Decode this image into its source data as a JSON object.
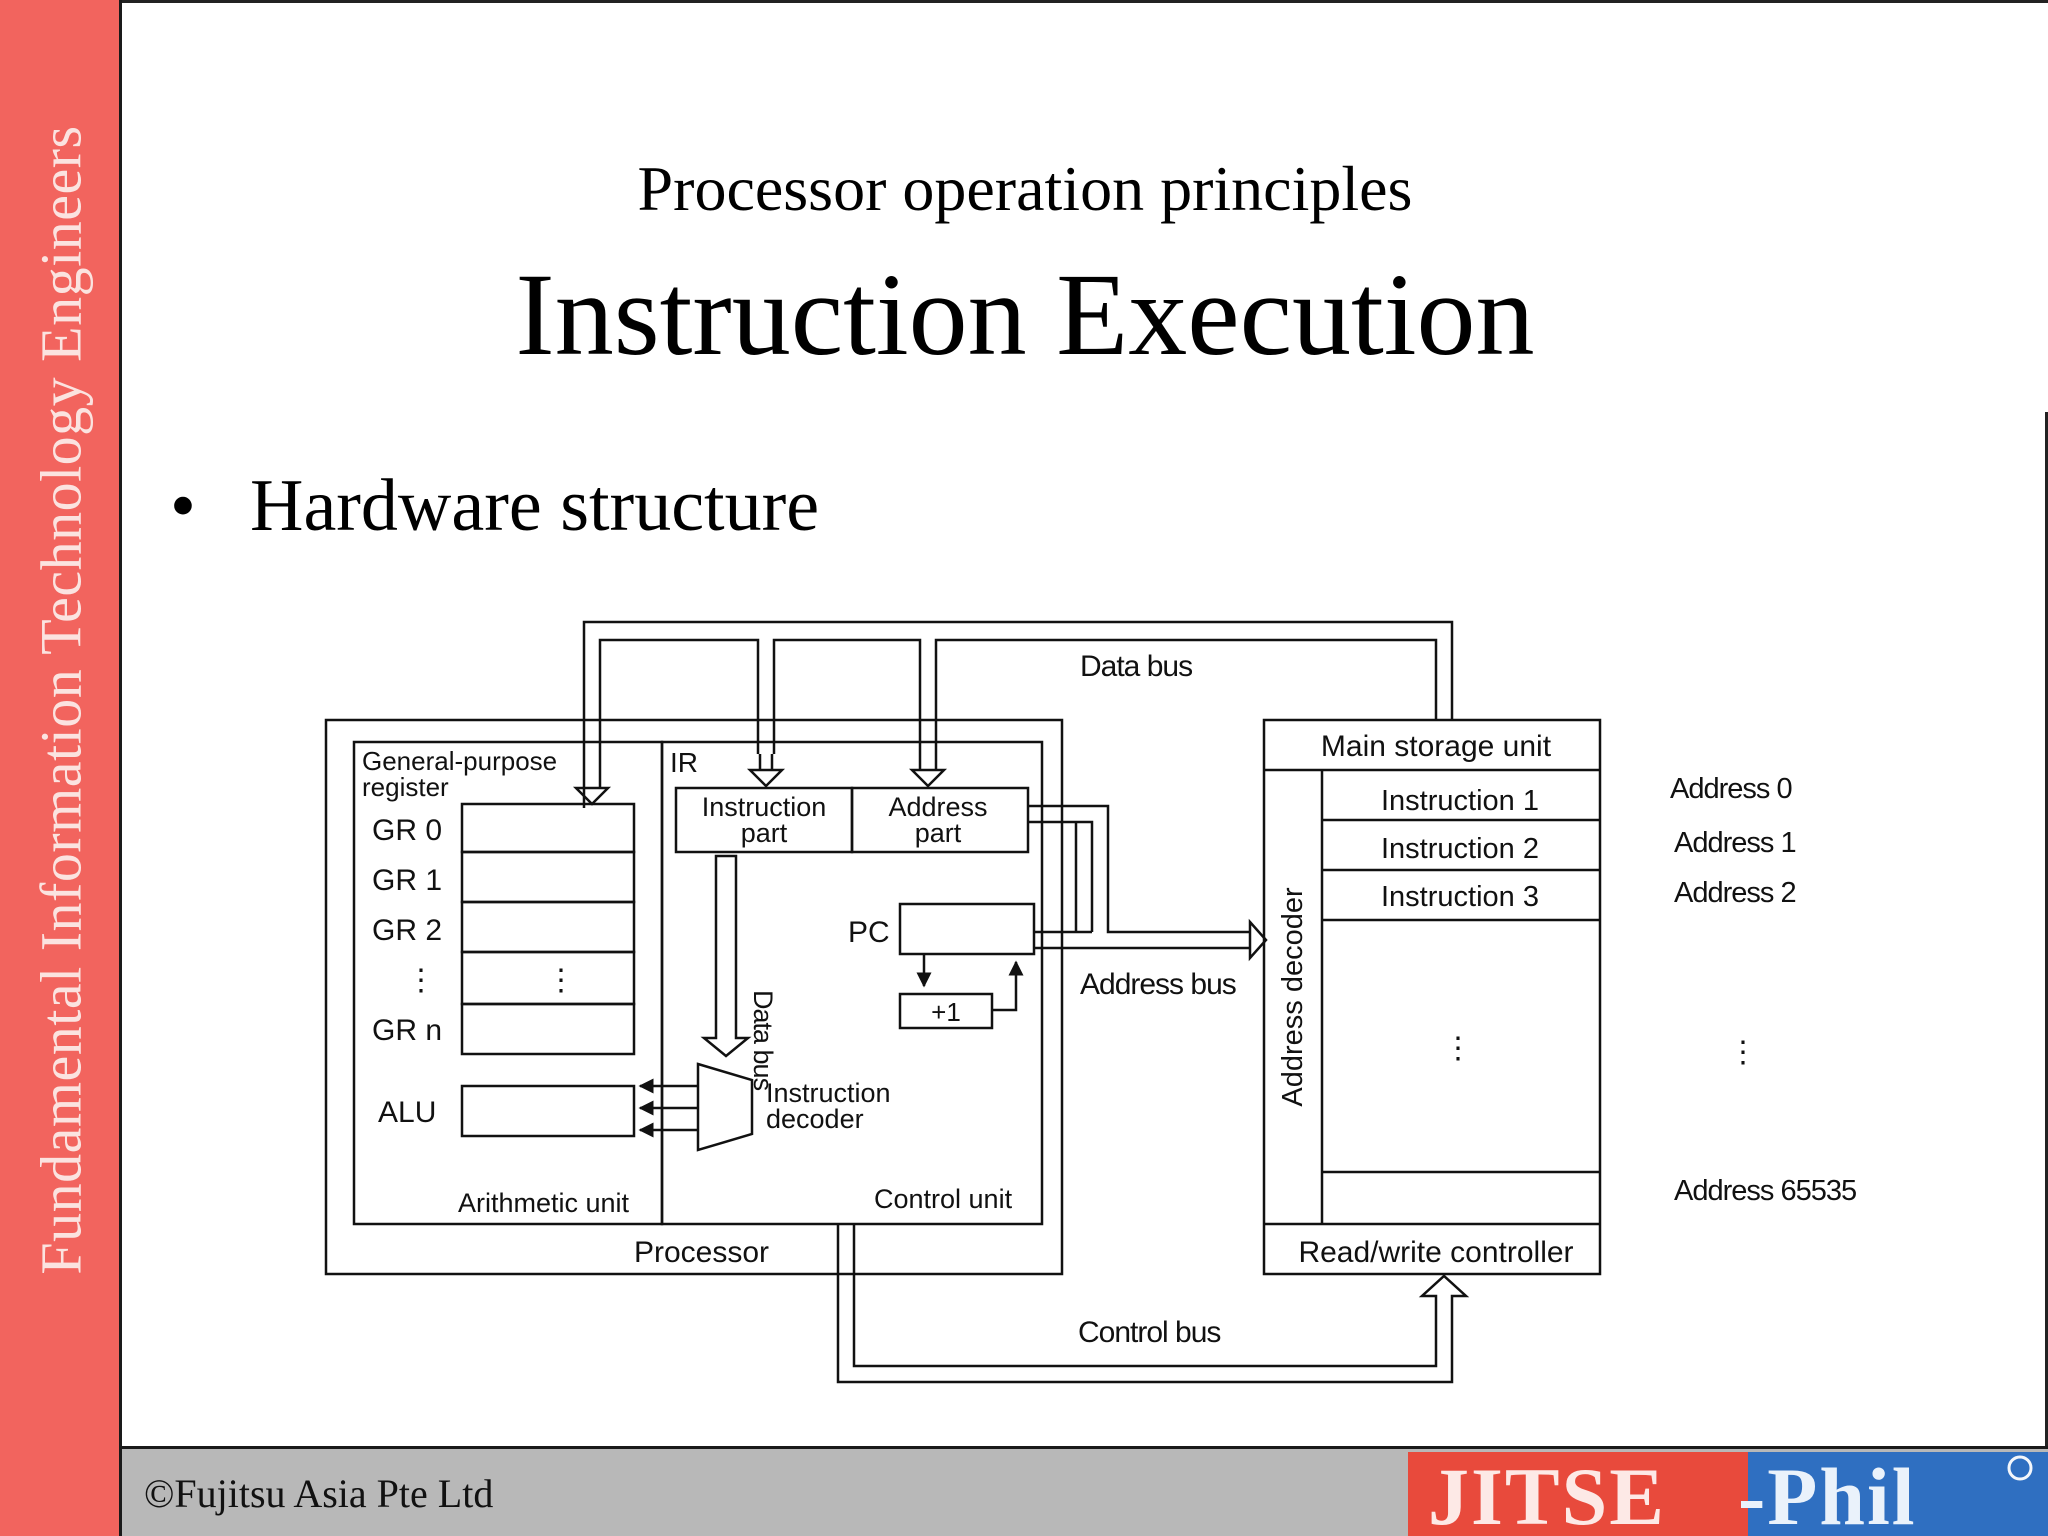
{
  "sidebar": {
    "text": "Fundamental Information Technology Engineers"
  },
  "header": {
    "subtitle": "Processor operation principles",
    "title": "Instruction Execution"
  },
  "content": {
    "bullet_symbol": "•",
    "bullet_text": "Hardware structure"
  },
  "diagram": {
    "data_bus": "Data bus",
    "data_bus_vertical": "Data bus",
    "address_bus": "Address bus",
    "control_bus": "Control bus",
    "gpr_line1": "General-purpose",
    "gpr_line2": "register",
    "registers": [
      "GR 0",
      "GR 1",
      "GR 2",
      "⋮",
      "GR n"
    ],
    "register_cell_dots": "⋮",
    "alu": "ALU",
    "arithmetic_unit": "Arithmetic unit",
    "ir": "IR",
    "instruction_part": [
      "Instruction",
      "part"
    ],
    "address_part": [
      "Address",
      "part"
    ],
    "pc": "PC",
    "increment": "+1",
    "instruction_decoder": [
      "Instruction",
      "decoder"
    ],
    "control_unit": "Control unit",
    "processor": "Processor",
    "main_storage_unit": "Main storage unit",
    "address_decoder": "Address decoder",
    "memory_cells": [
      "Instruction 1",
      "Instruction 2",
      "Instruction 3",
      "⋮"
    ],
    "read_write_controller": "Read/write controller",
    "addresses": [
      "Address 0",
      "Address 1",
      "Address 2",
      "⋮",
      "Address 65535"
    ]
  },
  "footer": {
    "copyright": "©Fujitsu Asia Pte Ltd",
    "logo_left": "JITSE",
    "logo_right": "-Phil",
    "logo_colors": {
      "left": "#e84a3c",
      "right": "#2f6fc1"
    }
  }
}
